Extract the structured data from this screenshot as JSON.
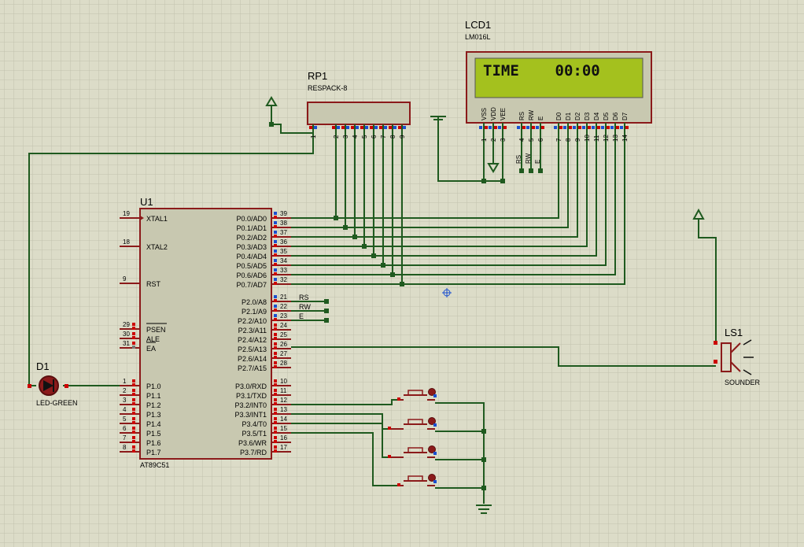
{
  "components": {
    "lcd": {
      "ref": "LCD1",
      "model": "LM016L",
      "display": "TIME    00:00"
    },
    "rp": {
      "ref": "RP1",
      "model": "RESPACK-8"
    },
    "mcu": {
      "ref": "U1",
      "model": "AT89C51"
    },
    "led": {
      "ref": "D1",
      "model": "LED-GREEN"
    },
    "sounder": {
      "ref": "LS1",
      "model": "SOUNDER"
    }
  },
  "lcd_pins": {
    "labels": [
      "VSS",
      "VDD",
      "VEE",
      "RS",
      "RW",
      "E",
      "D0",
      "D1",
      "D2",
      "D3",
      "D4",
      "D5",
      "D6",
      "D7"
    ],
    "numbers": [
      "1",
      "2",
      "3",
      "4",
      "5",
      "6",
      "7",
      "8",
      "9",
      "10",
      "11",
      "12",
      "13",
      "14"
    ]
  },
  "lcd_ctrl_labels": [
    "RS",
    "RW",
    "E"
  ],
  "rp_pins": [
    "1",
    "2",
    "3",
    "4",
    "5",
    "6",
    "7",
    "8",
    "9"
  ],
  "mcu_left_pins": [
    {
      "num": "19",
      "name": "XTAL1"
    },
    {
      "num": "18",
      "name": "XTAL2"
    },
    {
      "num": "9",
      "name": "RST"
    },
    {
      "num": "29",
      "name": "PSEN"
    },
    {
      "num": "30",
      "name": "ALE"
    },
    {
      "num": "31",
      "name": "EA"
    },
    {
      "num": "1",
      "name": "P1.0"
    },
    {
      "num": "2",
      "name": "P1.1"
    },
    {
      "num": "3",
      "name": "P1.2"
    },
    {
      "num": "4",
      "name": "P1.3"
    },
    {
      "num": "5",
      "name": "P1.4"
    },
    {
      "num": "6",
      "name": "P1.5"
    },
    {
      "num": "7",
      "name": "P1.6"
    },
    {
      "num": "8",
      "name": "P1.7"
    }
  ],
  "mcu_right_pins": [
    {
      "num": "39",
      "name": "P0.0/AD0"
    },
    {
      "num": "38",
      "name": "P0.1/AD1"
    },
    {
      "num": "37",
      "name": "P0.2/AD2"
    },
    {
      "num": "36",
      "name": "P0.3/AD3"
    },
    {
      "num": "35",
      "name": "P0.4/AD4"
    },
    {
      "num": "34",
      "name": "P0.5/AD5"
    },
    {
      "num": "33",
      "name": "P0.6/AD6"
    },
    {
      "num": "32",
      "name": "P0.7/AD7"
    },
    {
      "num": "21",
      "name": "P2.0/A8"
    },
    {
      "num": "22",
      "name": "P2.1/A9"
    },
    {
      "num": "23",
      "name": "P2.2/A10"
    },
    {
      "num": "24",
      "name": "P2.3/A11"
    },
    {
      "num": "25",
      "name": "P2.4/A12"
    },
    {
      "num": "26",
      "name": "P2.5/A13"
    },
    {
      "num": "27",
      "name": "P2.6/A14"
    },
    {
      "num": "28",
      "name": "P2.7/A15"
    },
    {
      "num": "10",
      "name": "P3.0/RXD"
    },
    {
      "num": "11",
      "name": "P3.1/TXD"
    },
    {
      "num": "12",
      "name": "P3.2/INT0"
    },
    {
      "num": "13",
      "name": "P3.3/INT1"
    },
    {
      "num": "14",
      "name": "P3.4/T0"
    },
    {
      "num": "15",
      "name": "P3.5/T1"
    },
    {
      "num": "16",
      "name": "P3.6/WR"
    },
    {
      "num": "17",
      "name": "P3.7/RD"
    }
  ],
  "net_labels": [
    "RS",
    "RW",
    "E"
  ],
  "colors": {
    "wire": "#1f5a1f",
    "body": "#c8c8b0",
    "outline": "#8b1a1a",
    "lcd_screen": "#a4c11e",
    "pin_red": "#cc0000",
    "pin_blue": "#1a4fd0"
  }
}
